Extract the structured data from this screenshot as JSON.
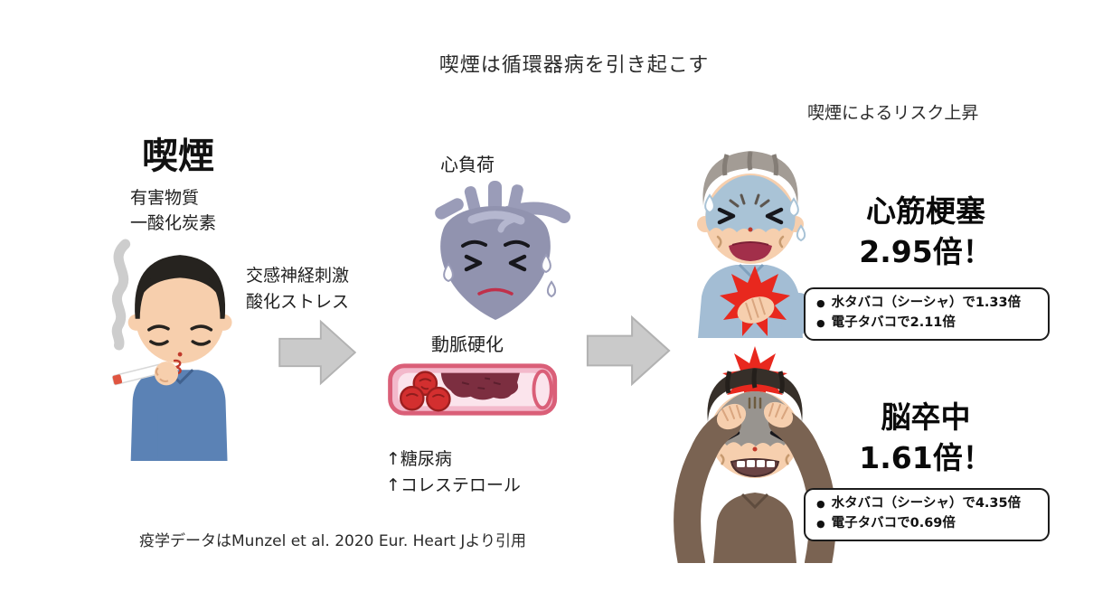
{
  "header": {
    "title": "喫煙は循環器病を引き起こす"
  },
  "cause": {
    "heading": "喫煙",
    "substance_1": "有害物質",
    "substance_2": "一酸化炭素",
    "illustration": "smoking-man"
  },
  "mechanism": {
    "pathway_1": "交感神経刺激",
    "pathway_2": "酸化ストレス",
    "heart_label": "心負荷",
    "vessel_label": "動脈硬化",
    "metabolic_1": "↑糖尿病",
    "metabolic_2": "↑コレステロール"
  },
  "outcomes": {
    "heading": "喫煙によるリスク上昇",
    "bullet": "●",
    "items": [
      {
        "name": "心筋梗塞",
        "multiplier": "2.95倍！",
        "notes": [
          "水タバコ（シーシャ）で1.33倍",
          "電子タバコで2.11倍"
        ]
      },
      {
        "name": "脳卒中",
        "multiplier": "1.61倍！",
        "notes": [
          "水タバコ（シーシャ）で4.35倍",
          "電子タバコで0.69倍"
        ]
      }
    ]
  },
  "footer": {
    "citation": "疫学データはMunzel et al. 2020 Eur. Heart Jより引用"
  },
  "colors": {
    "accent_red": "#e8281e",
    "arrow_gray": "#cacaca",
    "heart_purple": "#9193af",
    "vessel_pink": "#f3b9cb",
    "plaque_maroon": "#7c2e40",
    "sweater_blue": "#5b82b5",
    "sweater_lightblue": "#a3bdd4",
    "sweater_brown": "#7a6352"
  }
}
